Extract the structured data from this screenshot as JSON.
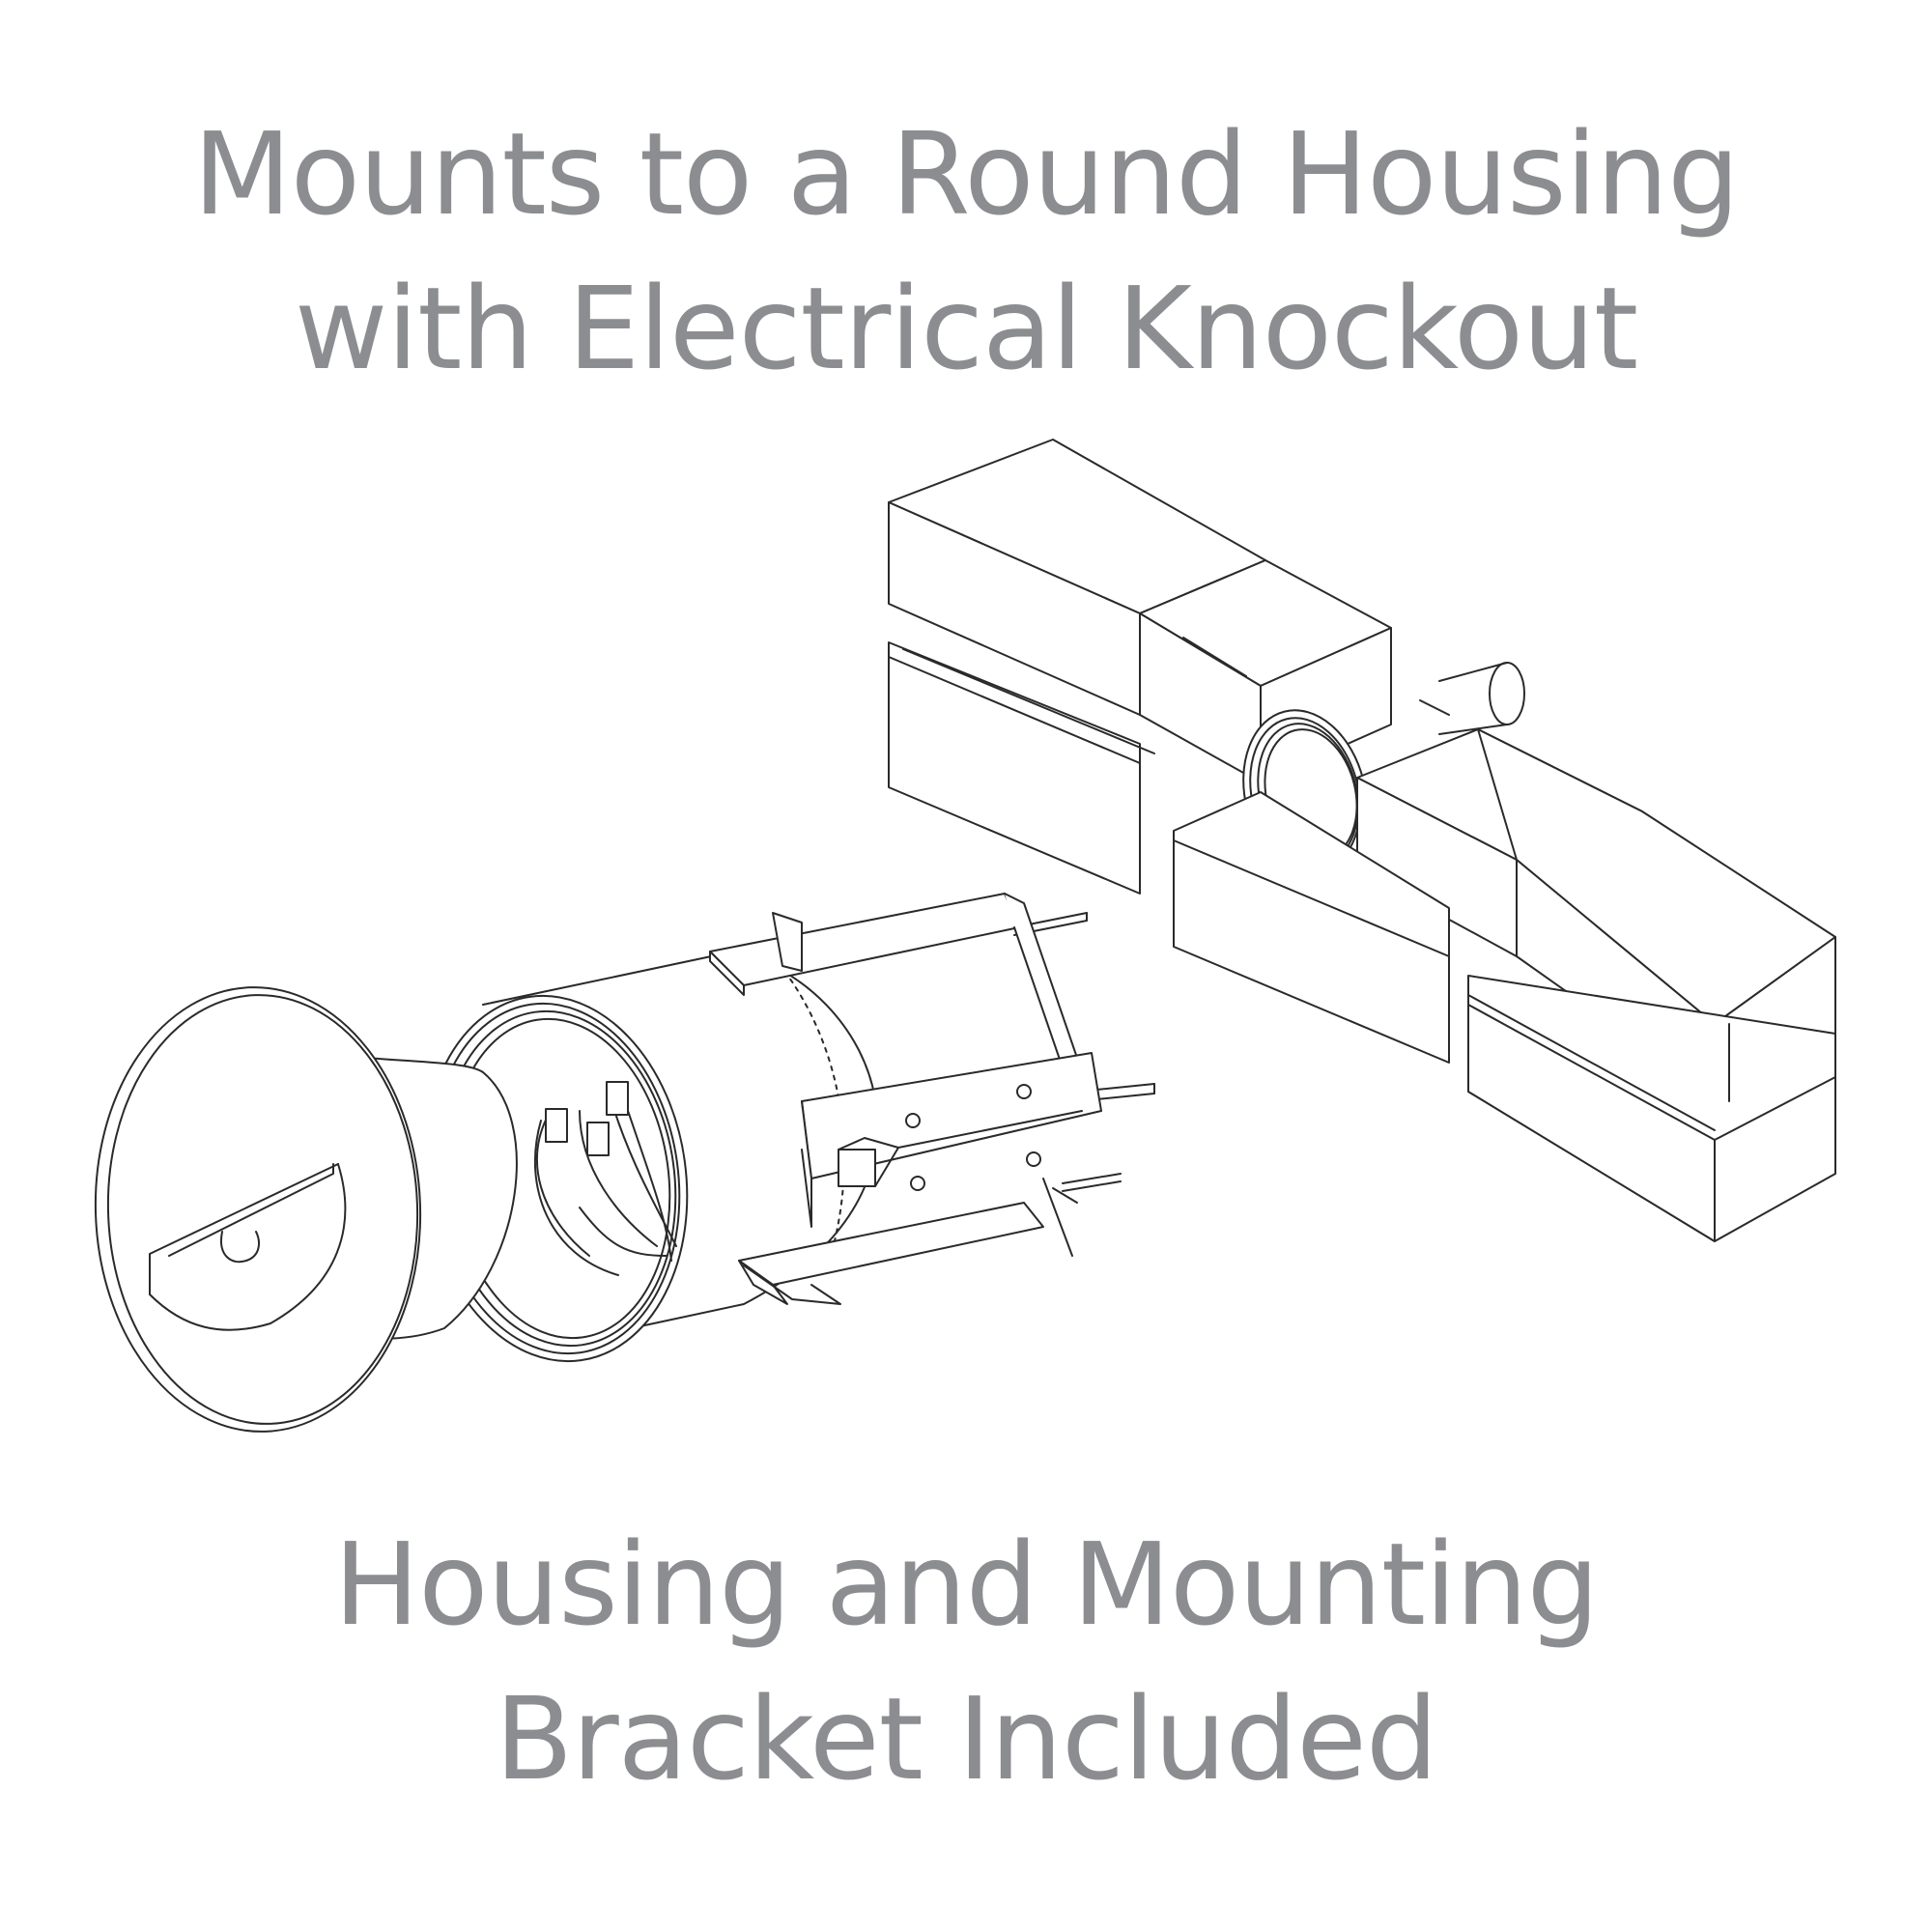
{
  "header": {
    "line1": "Mounts to a Round Housing",
    "line2": "with Electrical Knockout"
  },
  "footer": {
    "line1": "Housing and Mounting",
    "line2": "Bracket Included"
  },
  "colors": {
    "caption": "#8c8d91",
    "line_art": "#2a2a2a",
    "background": "#ffffff"
  }
}
